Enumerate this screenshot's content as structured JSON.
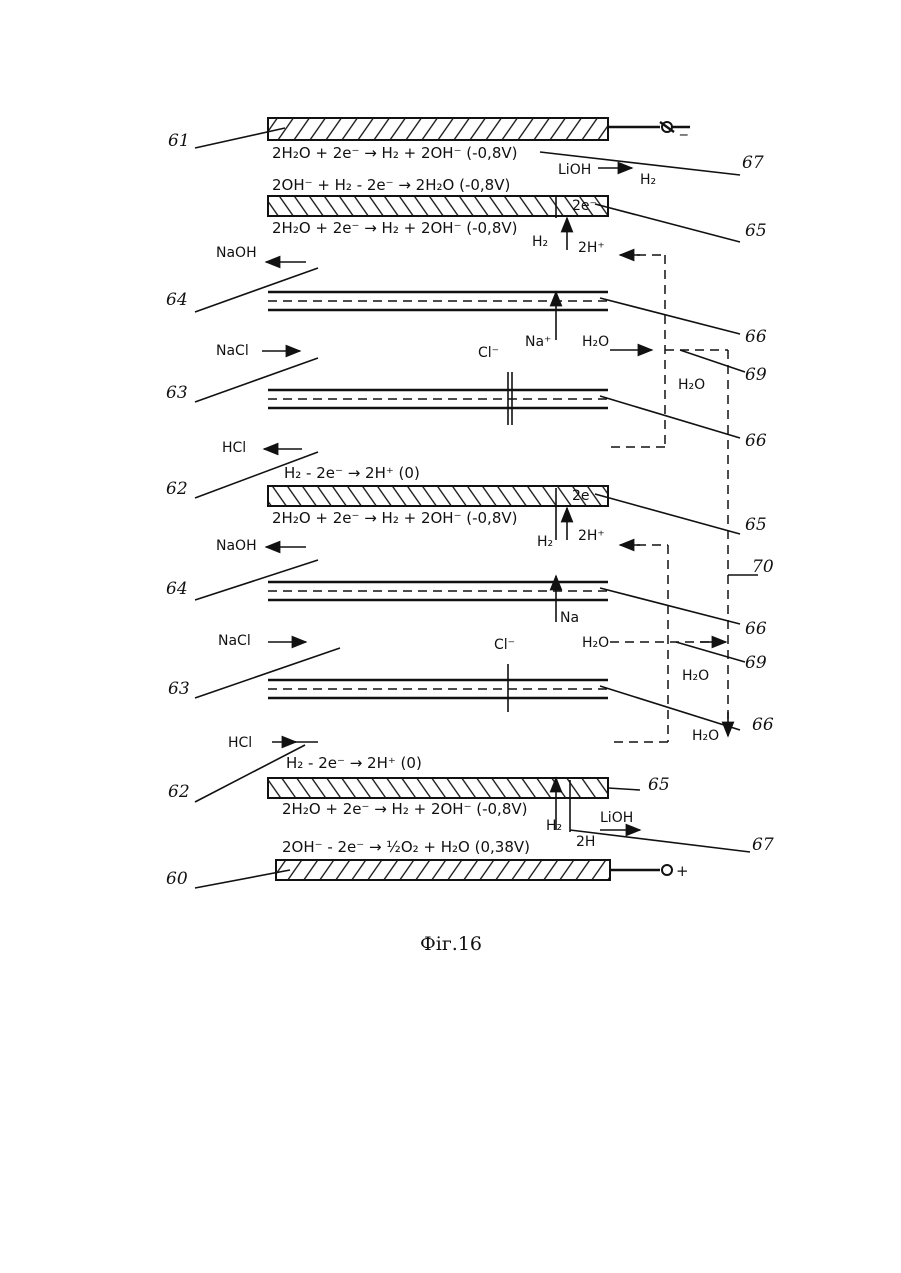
{
  "caption": "Фіг.16",
  "reference_numbers": {
    "n61": "61",
    "n67a": "67",
    "n65a": "65",
    "n64a": "64",
    "n66a": "66",
    "n63a": "63",
    "n69a": "69",
    "n66b": "66",
    "n62a": "62",
    "n65b": "65",
    "n70": "70",
    "n64b": "64",
    "n66c": "66",
    "n69b": "69",
    "n63b": "63",
    "n66d": "66",
    "n62b": "62",
    "n65c": "65",
    "n67b": "67",
    "n60": "60"
  },
  "equations": {
    "eq1": "2H₂O + 2e⁻ → H₂ + 2OH⁻   (-0,8V)",
    "eq2": "2OH⁻ + H₂ - 2e⁻ → 2H₂O   (-0,8V)",
    "eq3": "2H₂O + 2e⁻ → H₂ + 2OH⁻   (-0,8V)",
    "eq4": "H₂ - 2e⁻ → 2H⁺     (0)",
    "eq5": "2H₂O + 2e⁻ → H₂ + 2OH⁻   (-0,8V)",
    "eq6": "H₂ - 2e⁻ → 2H⁺     (0)",
    "eq7": "2H₂O + 2e⁻ → H₂ + 2OH⁻  (-0,8V)",
    "eq8": "2OH⁻ - 2e⁻ → ½O₂ + H₂O  (0,38V)"
  },
  "labels": {
    "lioh1": "LiOH",
    "h2a": "H₂",
    "e2a": "2e⁻",
    "h2b": "H₂",
    "hplus1": "2H⁺",
    "naoh1": "NaOH",
    "naplus": "Na⁺",
    "h2o1": "H₂O",
    "nacl1": "NaCl",
    "cl1": "Cl⁻",
    "h2o2": "H₂O",
    "hcl1": "HCl",
    "e2b": "2e",
    "h2c": "H₂",
    "hplus2": "2H⁺",
    "naoh2": "NaOH",
    "na2": "Na",
    "nacl2": "NaCl",
    "cl2": "Cl⁻",
    "h2o3": "H₂O",
    "h2o4": "H₂O",
    "h2o5": "H₂O",
    "hcl2": "HCl",
    "h2d": "H₂",
    "h2e": "2H",
    "lioh2": "LiOH",
    "minus": "_",
    "plus": "+"
  }
}
